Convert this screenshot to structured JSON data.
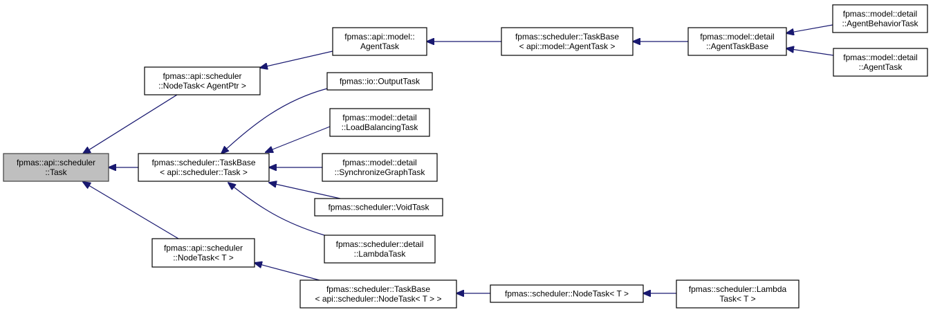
{
  "colors": {
    "edge": "#191970",
    "root_fill": "#bfbfbf"
  },
  "nodes": [
    {
      "id": "task",
      "lines": [
        "fpmas::api::scheduler",
        "::Task"
      ],
      "root": true
    },
    {
      "id": "nodetask-agentptr",
      "lines": [
        "fpmas::api::scheduler",
        "::NodeTask< AgentPtr >"
      ]
    },
    {
      "id": "taskbase-task",
      "lines": [
        "fpmas::scheduler::TaskBase",
        "< api::scheduler::Task >"
      ]
    },
    {
      "id": "nodetask-t-api",
      "lines": [
        "fpmas::api::scheduler",
        "::NodeTask< T >"
      ]
    },
    {
      "id": "agenttask-api",
      "lines": [
        "fpmas::api::model::",
        "AgentTask"
      ]
    },
    {
      "id": "outputtask",
      "lines": [
        "fpmas::io::OutputTask"
      ]
    },
    {
      "id": "loadbalancingtask",
      "lines": [
        "fpmas::model::detail",
        "::LoadBalancingTask"
      ]
    },
    {
      "id": "synchronizegraphtask",
      "lines": [
        "fpmas::model::detail",
        "::SynchronizeGraphTask"
      ]
    },
    {
      "id": "voidtask",
      "lines": [
        "fpmas::scheduler::VoidTask"
      ]
    },
    {
      "id": "lambdatask-detail",
      "lines": [
        "fpmas::scheduler::detail",
        "::LambdaTask"
      ]
    },
    {
      "id": "taskbase-nodetask",
      "lines": [
        "fpmas::scheduler::TaskBase",
        "< api::scheduler::NodeTask< T > >"
      ]
    },
    {
      "id": "taskbase-agenttask",
      "lines": [
        "fpmas::scheduler::TaskBase",
        "< api::model::AgentTask >"
      ]
    },
    {
      "id": "agenttaskbase",
      "lines": [
        "fpmas::model::detail",
        "::AgentTaskBase"
      ]
    },
    {
      "id": "agentbehaviortask",
      "lines": [
        "fpmas::model::detail",
        "::AgentBehaviorTask"
      ]
    },
    {
      "id": "agenttask-detail",
      "lines": [
        "fpmas::model::detail",
        "::AgentTask"
      ]
    },
    {
      "id": "nodetask-t",
      "lines": [
        "fpmas::scheduler::NodeTask< T >"
      ]
    },
    {
      "id": "lambdatask-t",
      "lines": [
        "fpmas::scheduler::Lambda",
        "Task< T >"
      ]
    }
  ],
  "edges": [
    {
      "from": "nodetask-agentptr",
      "to": "task"
    },
    {
      "from": "taskbase-task",
      "to": "task"
    },
    {
      "from": "nodetask-t-api",
      "to": "task"
    },
    {
      "from": "agenttask-api",
      "to": "nodetask-agentptr"
    },
    {
      "from": "outputtask",
      "to": "taskbase-task"
    },
    {
      "from": "loadbalancingtask",
      "to": "taskbase-task"
    },
    {
      "from": "synchronizegraphtask",
      "to": "taskbase-task"
    },
    {
      "from": "voidtask",
      "to": "taskbase-task"
    },
    {
      "from": "lambdatask-detail",
      "to": "taskbase-task"
    },
    {
      "from": "taskbase-nodetask",
      "to": "nodetask-t-api"
    },
    {
      "from": "taskbase-agenttask",
      "to": "agenttask-api"
    },
    {
      "from": "agenttaskbase",
      "to": "taskbase-agenttask"
    },
    {
      "from": "agentbehaviortask",
      "to": "agenttaskbase"
    },
    {
      "from": "agenttask-detail",
      "to": "agenttaskbase"
    },
    {
      "from": "nodetask-t",
      "to": "taskbase-nodetask"
    },
    {
      "from": "lambdatask-t",
      "to": "nodetask-t"
    }
  ]
}
